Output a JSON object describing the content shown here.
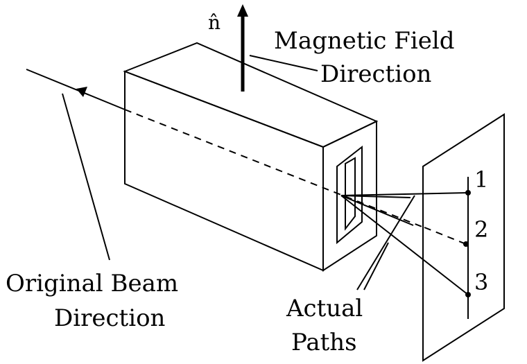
{
  "labels": {
    "normal_vector": "n̂",
    "magnetic_field": [
      "Magnetic Field",
      "Direction"
    ],
    "original_beam": [
      "Original Beam",
      "Direction"
    ],
    "actual_paths": [
      "Actual",
      "Paths"
    ],
    "point_1": "1",
    "point_2": "2",
    "point_3": "3"
  },
  "colors": {
    "ink": "#000000",
    "background": "#ffffff"
  }
}
